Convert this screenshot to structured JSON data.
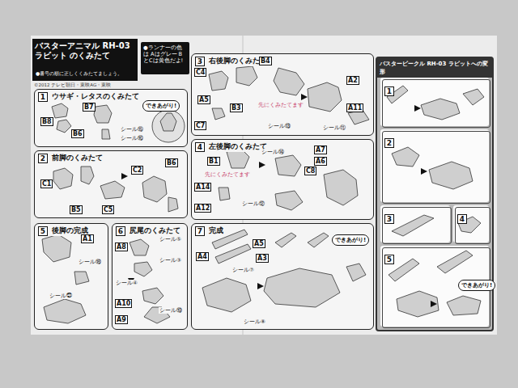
{
  "diagram": {
    "title": "バスターアニマル RH-03 ラビット のくみたて",
    "nodes": [
      {
        "text": [
          "●ランナーの色は Aはグレー BとCは黄色だよ!"
        ]
      },
      {
        "text": [
          "1",
          "ウサギ・レタスのくみたて"
        ]
      },
      {
        "text": [
          "2",
          "前脚のくみたて"
        ]
      },
      {
        "text": [
          "3",
          "右後脚のくみたて"
        ]
      },
      {
        "text": [
          "4",
          "左後脚のくみたて"
        ]
      },
      {
        "text": [
          "5",
          "後脚の完成"
        ]
      },
      {
        "text": [
          "6",
          "尻尾のくみたて"
        ]
      },
      {
        "text": [
          "7",
          "完成"
        ]
      },
      {
        "text": [
          "バスタービークル RH-03 ラビットへの変形"
        ]
      },
      {
        "text": [
          "1"
        ],
        "in": 8
      },
      {
        "text": [
          "2"
        ],
        "in": 8
      },
      {
        "text": [
          "3"
        ],
        "in": 8
      },
      {
        "text": [
          "4"
        ],
        "in": 8
      },
      {
        "text": [
          "5"
        ],
        "in": 8
      }
    ],
    "labels": [
      "●番号の順に正しくくみたてましょう。",
      "©2012 テレビ朝日・東映AG・東映",
      "B7",
      "B8",
      "B6",
      "シール⑮",
      "シール⑯",
      "できあがり!",
      "C1",
      "C2",
      "B6",
      "B5",
      "C5",
      "C4",
      "B4",
      "A5",
      "B3",
      "C7",
      "A2",
      "A11",
      "先にくみたてます",
      "シール⑬",
      "シール⑪",
      "B1",
      "A7",
      "A6",
      "C8",
      "A14",
      "A12",
      "先にくみたてます",
      "シール⑫",
      "シール⑭",
      "A1",
      "シール⑱",
      "シール㉑",
      "A8",
      "シール⑤",
      "シール③",
      "シール④",
      "A10",
      "シール⑲",
      "A9",
      "A4",
      "A5",
      "A3",
      "シール⑦",
      "シール⑧",
      "できあがり!",
      "できあがり!"
    ]
  }
}
